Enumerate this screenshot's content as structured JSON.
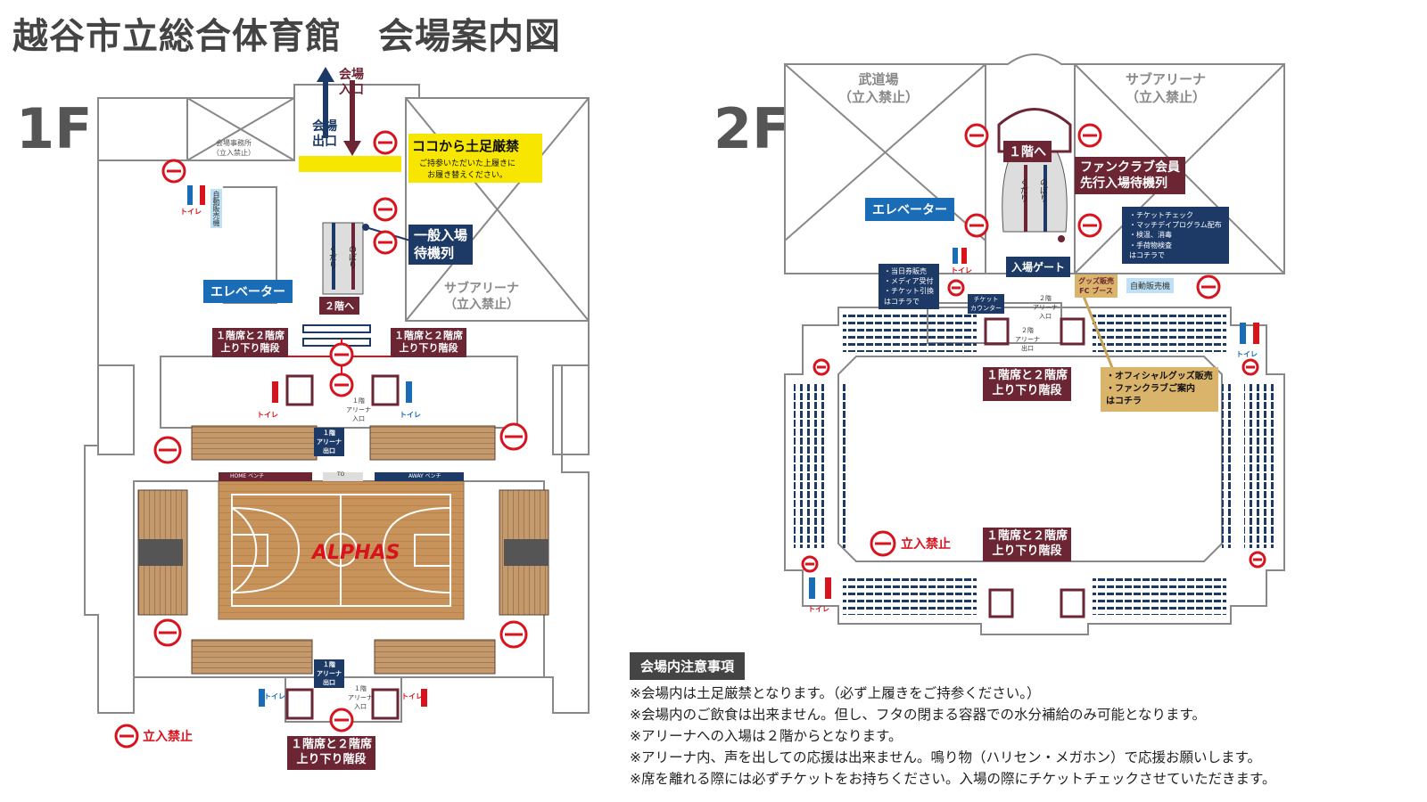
{
  "title": "越谷市立総合体育館　会場案内図",
  "floors": {
    "f1": "1F",
    "f2": "2F"
  },
  "f1": {
    "entrance": "会場\n入口",
    "exit": "会場\n出口",
    "office": "会場事務所\n（立入禁止）",
    "shoes_title": "ココから土足厳禁",
    "shoes_text": "ご持参いただいた上履きに\nお履き替えください。",
    "general_queue": "一般入場\n待機列",
    "stairs_up": "のぼり",
    "stairs_down": "くだり",
    "to_2f": "２階へ",
    "elevator": "エレベーター",
    "sub_arena": "サブアリーナ\n（立入禁止）",
    "vending": "自動販売機",
    "toilet": "トイレ",
    "stair_left": "１階席と２階席\n上り下り階段",
    "stair_right": "１階席と２階席\n上り下り階段",
    "stair_bottom": "１階席と２階席\n上り下り階段",
    "arena_entry": "１階\nアリーナ\n入口",
    "arena_exit": "１階\nアリーナ\n出口",
    "home_bench": "HOME ベンチ",
    "to": "TO",
    "away_bench": "AWAY ベンチ",
    "team_logo": "ALPHAS",
    "no_entry": "立入禁止"
  },
  "f2": {
    "budojo": "武道場\n（立入禁止）",
    "sub_arena": "サブアリーナ\n（立入禁止）",
    "to_1f": "１階へ",
    "stairs_up": "のぼり",
    "stairs_down": "くだり",
    "fc_queue": "ファンクラブ会員\n先行入場待機列",
    "elevator": "エレベーター",
    "checklist": "・チケットチェック\n・マッチデイプログラム配布\n・検温、消毒\n・手荷物検査\nはコチラで",
    "gate": "入場ゲート",
    "tickets": "・当日券販売\n・メディア受付\n・チケット引換\nはコチラで",
    "ticket_counter": "チケット\nカウンター",
    "goods_booth": "グッズ販売\nFC ブース",
    "vending": "自動販売機",
    "arena_entry": "２階\nアリーナ\n入口",
    "arena_exit": "２階\nアリーナ\n出口",
    "stair_center": "１階席と２階席\n上り下り階段",
    "stair_bottom": "１階席と２階席\n上り下り階段",
    "official_goods": "・オフィシャルグッズ販売\n・ファンクラブご案内\nはコチラ",
    "toilet": "トイレ",
    "no_entry": "立入禁止"
  },
  "notes": {
    "heading": "会場内注意事項",
    "items": [
      "※会場内は土足厳禁となります。（必ず上履きをご持参ください。）",
      "※会場内のご飲食は出来ません。但し、フタの閉まる容器での水分補給のみ可能となります。",
      "※アリーナへの入場は２階からとなります。",
      "※アリーナ内、声を出しての応援は出来ません。鳴り物（ハリセン・メガホン）で応援お願いします。",
      "※席を離れる際には必ずチケットをお持ちください。入場の際にチケットチェックさせていただきます。"
    ]
  },
  "colors": {
    "maroon": "#6b2533",
    "navy": "#1d3a67",
    "blue": "#1a6cb6",
    "red": "#d7141e",
    "yellow": "#f7e600",
    "wood": "#c8935a",
    "gold": "#d9b46a"
  }
}
